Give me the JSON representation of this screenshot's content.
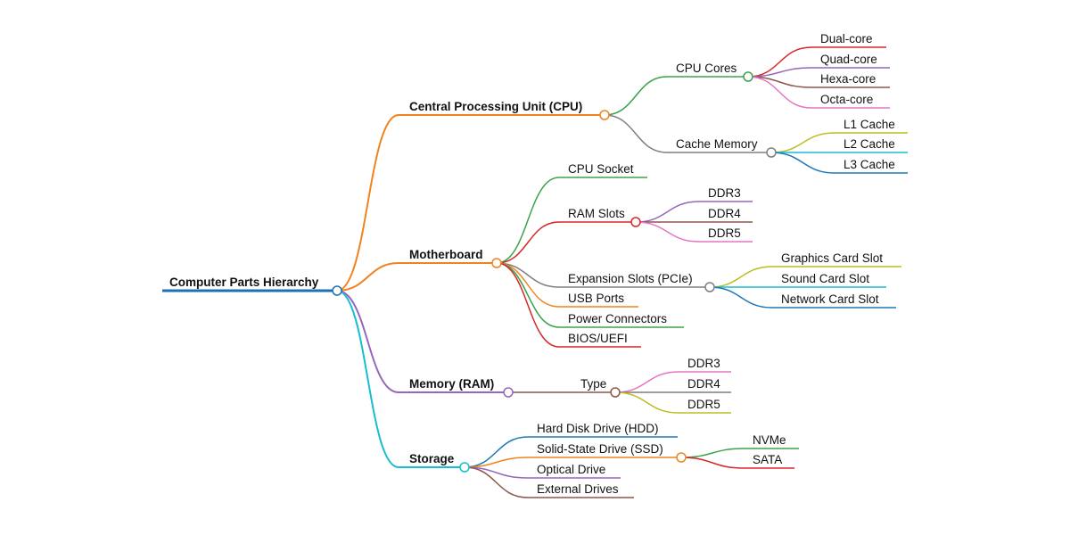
{
  "root": {
    "label": "Computer Parts Hierarchy",
    "color": "#1f6fb4",
    "children": [
      {
        "label": "Central Processing Unit (CPU)",
        "color": "#f0831e",
        "children": [
          {
            "label": "CPU Cores",
            "color": "#3aa34a",
            "children": [
              {
                "label": "Dual-core",
                "color": "#d62728"
              },
              {
                "label": "Quad-core",
                "color": "#9467bd"
              },
              {
                "label": "Hexa-core",
                "color": "#8c564b"
              },
              {
                "label": "Octa-core",
                "color": "#e377c2"
              }
            ]
          },
          {
            "label": "Cache Memory",
            "color": "#7f7f7f",
            "children": [
              {
                "label": "L1 Cache",
                "color": "#bcbd22"
              },
              {
                "label": "L2 Cache",
                "color": "#17becf"
              },
              {
                "label": "L3 Cache",
                "color": "#1f77b4"
              }
            ]
          }
        ]
      },
      {
        "label": "Motherboard",
        "color": "#f0831e",
        "children": [
          {
            "label": "CPU Socket",
            "color": "#3aa34a"
          },
          {
            "label": "RAM Slots",
            "color": "#d62728",
            "children": [
              {
                "label": "DDR3",
                "color": "#9467bd"
              },
              {
                "label": "DDR4",
                "color": "#8c564b"
              },
              {
                "label": "DDR5",
                "color": "#e377c2"
              }
            ]
          },
          {
            "label": "Expansion Slots (PCIe)",
            "color": "#7f7f7f",
            "children": [
              {
                "label": "Graphics Card Slot",
                "color": "#bcbd22"
              },
              {
                "label": "Sound Card Slot",
                "color": "#17becf"
              },
              {
                "label": "Network Card Slot",
                "color": "#1f77b4"
              }
            ]
          },
          {
            "label": "USB Ports",
            "color": "#f0831e"
          },
          {
            "label": "Power Connectors",
            "color": "#3aa34a"
          },
          {
            "label": "BIOS/UEFI",
            "color": "#d62728"
          }
        ]
      },
      {
        "label": "Memory (RAM)",
        "color": "#9467bd",
        "children": [
          {
            "label": "Type",
            "color": "#8c564b",
            "children": [
              {
                "label": "DDR3",
                "color": "#e377c2"
              },
              {
                "label": "DDR4",
                "color": "#7f7f7f"
              },
              {
                "label": "DDR5",
                "color": "#bcbd22"
              }
            ]
          }
        ]
      },
      {
        "label": "Storage",
        "color": "#17becf",
        "children": [
          {
            "label": "Hard Disk Drive (HDD)",
            "color": "#1f77b4"
          },
          {
            "label": "Solid-State Drive (SSD)",
            "color": "#f0831e",
            "children": [
              {
                "label": "NVMe",
                "color": "#3aa34a"
              },
              {
                "label": "SATA",
                "color": "#d62728"
              }
            ]
          },
          {
            "label": "Optical Drive",
            "color": "#9467bd"
          },
          {
            "label": "External Drives",
            "color": "#8c564b"
          }
        ]
      }
    ]
  }
}
